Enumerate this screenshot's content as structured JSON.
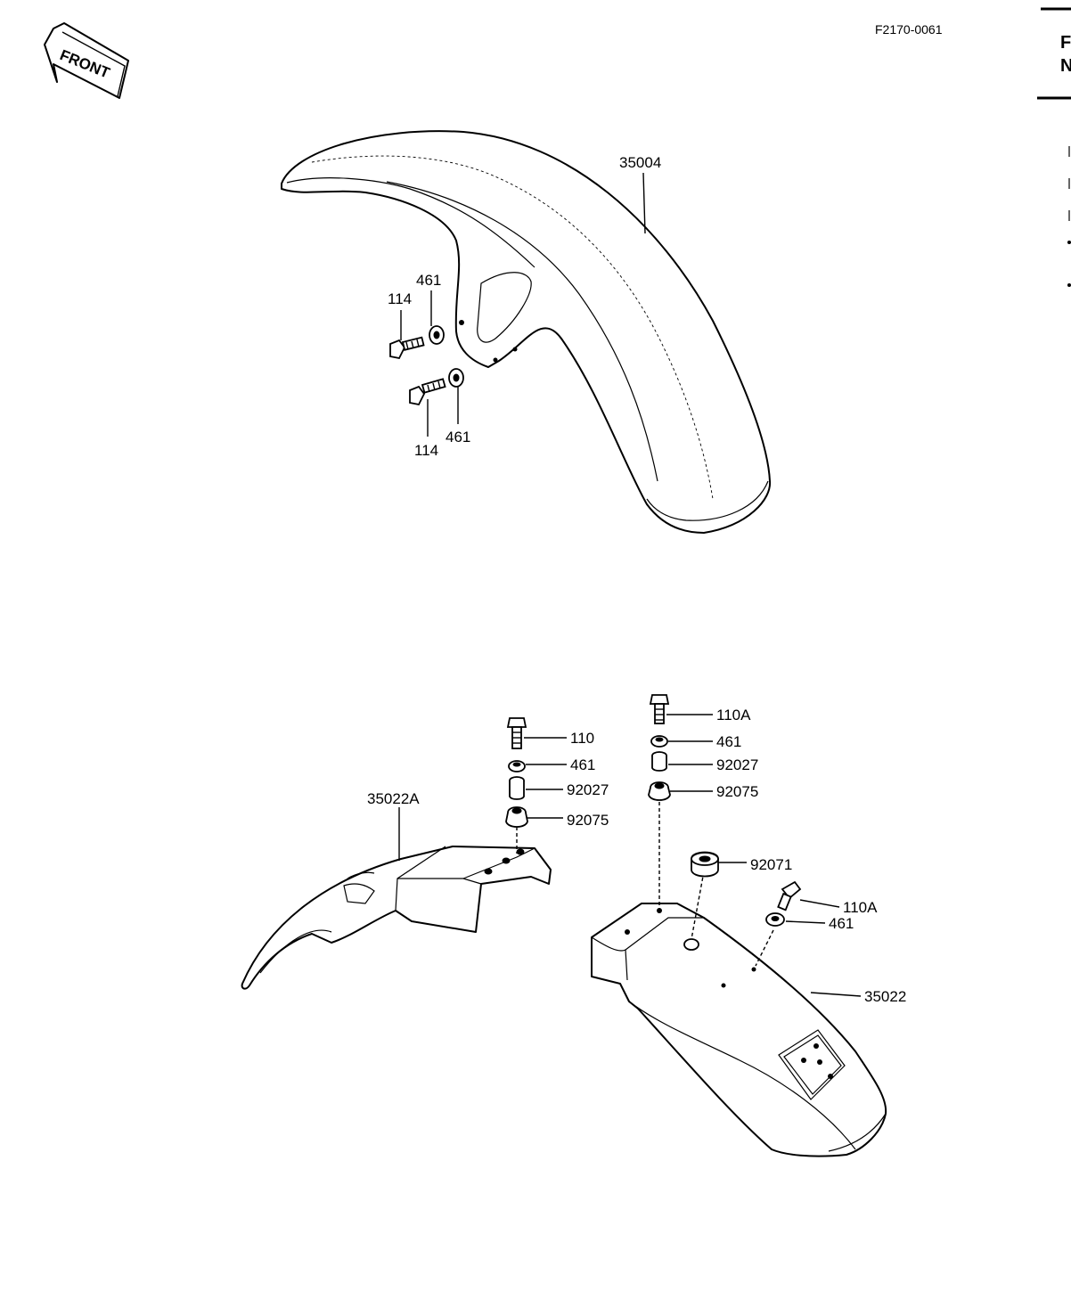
{
  "diagram_code": "F2170-0061",
  "front_badge": "FRONT",
  "edge_text": [
    "F",
    "N"
  ],
  "parts": {
    "front_fender": "35004",
    "front_bolt_upper": "114",
    "front_washer_upper": "461",
    "front_bolt_lower": "114",
    "front_washer_lower": "461",
    "rear_front_fender": "35022A",
    "rear_fender": "35022",
    "a_bolt": "110",
    "a_washer": "461",
    "a_collar": "92027",
    "a_damper": "92075",
    "b_bolt": "110A",
    "b_washer": "461",
    "b_collar": "92027",
    "b_damper": "92075",
    "grommet": "92071",
    "c_bolt": "110A",
    "c_washer": "461"
  }
}
